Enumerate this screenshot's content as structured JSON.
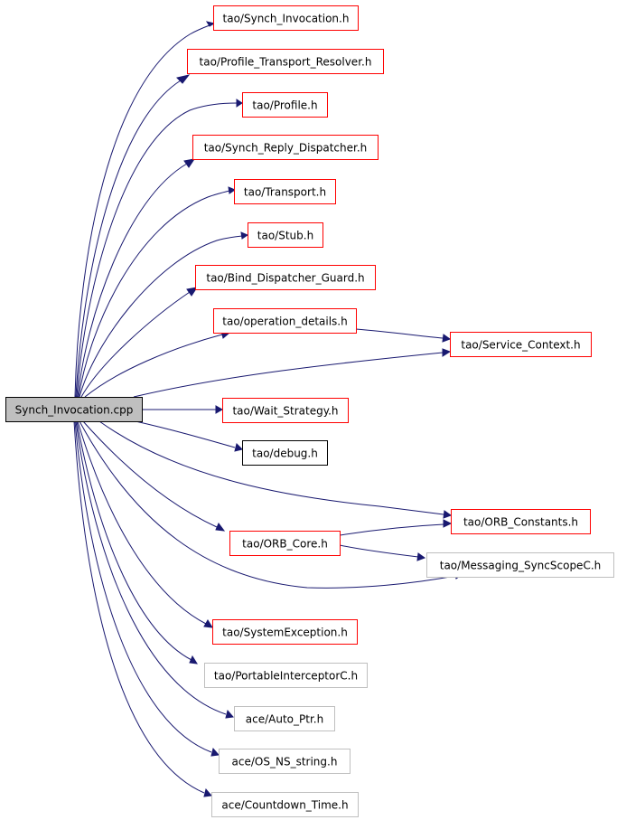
{
  "colors": {
    "edge": "#191970",
    "border_red": "#ff0000",
    "border_black": "#000000",
    "border_gray": "#bfbfbf",
    "root_fill": "#bfbfbf",
    "node_fill": "#ffffff"
  },
  "root": {
    "label": "Synch_Invocation.cpp",
    "style": "root"
  },
  "nodes": [
    {
      "id": "synch_invocation_h",
      "label": "tao/Synch_Invocation.h",
      "style": "red"
    },
    {
      "id": "profile_transport_resolver_h",
      "label": "tao/Profile_Transport_Resolver.h",
      "style": "red"
    },
    {
      "id": "profile_h",
      "label": "tao/Profile.h",
      "style": "red"
    },
    {
      "id": "synch_reply_dispatcher_h",
      "label": "tao/Synch_Reply_Dispatcher.h",
      "style": "red"
    },
    {
      "id": "transport_h",
      "label": "tao/Transport.h",
      "style": "red"
    },
    {
      "id": "stub_h",
      "label": "tao/Stub.h",
      "style": "red"
    },
    {
      "id": "bind_dispatcher_guard_h",
      "label": "tao/Bind_Dispatcher_Guard.h",
      "style": "red"
    },
    {
      "id": "operation_details_h",
      "label": "tao/operation_details.h",
      "style": "red"
    },
    {
      "id": "service_context_h",
      "label": "tao/Service_Context.h",
      "style": "red"
    },
    {
      "id": "wait_strategy_h",
      "label": "tao/Wait_Strategy.h",
      "style": "red"
    },
    {
      "id": "debug_h",
      "label": "tao/debug.h",
      "style": "black"
    },
    {
      "id": "orb_constants_h",
      "label": "tao/ORB_Constants.h",
      "style": "red"
    },
    {
      "id": "orb_core_h",
      "label": "tao/ORB_Core.h",
      "style": "red"
    },
    {
      "id": "messaging_syncscopec_h",
      "label": "tao/Messaging_SyncScopeC.h",
      "style": "gray"
    },
    {
      "id": "systemexception_h",
      "label": "tao/SystemException.h",
      "style": "red"
    },
    {
      "id": "portableinterceptorc_h",
      "label": "tao/PortableInterceptorC.h",
      "style": "gray"
    },
    {
      "id": "auto_ptr_h",
      "label": "ace/Auto_Ptr.h",
      "style": "gray"
    },
    {
      "id": "os_ns_string_h",
      "label": "ace/OS_NS_string.h",
      "style": "gray"
    },
    {
      "id": "countdown_time_h",
      "label": "ace/Countdown_Time.h",
      "style": "gray"
    }
  ],
  "edges": [
    {
      "from": "root",
      "to": "synch_invocation_h"
    },
    {
      "from": "root",
      "to": "profile_transport_resolver_h"
    },
    {
      "from": "root",
      "to": "profile_h"
    },
    {
      "from": "root",
      "to": "synch_reply_dispatcher_h"
    },
    {
      "from": "root",
      "to": "transport_h"
    },
    {
      "from": "root",
      "to": "stub_h"
    },
    {
      "from": "root",
      "to": "bind_dispatcher_guard_h"
    },
    {
      "from": "root",
      "to": "operation_details_h"
    },
    {
      "from": "root",
      "to": "service_context_h"
    },
    {
      "from": "root",
      "to": "wait_strategy_h"
    },
    {
      "from": "root",
      "to": "debug_h"
    },
    {
      "from": "root",
      "to": "orb_constants_h"
    },
    {
      "from": "root",
      "to": "orb_core_h"
    },
    {
      "from": "root",
      "to": "messaging_syncscopec_h"
    },
    {
      "from": "root",
      "to": "systemexception_h"
    },
    {
      "from": "root",
      "to": "portableinterceptorc_h"
    },
    {
      "from": "root",
      "to": "auto_ptr_h"
    },
    {
      "from": "root",
      "to": "os_ns_string_h"
    },
    {
      "from": "root",
      "to": "countdown_time_h"
    },
    {
      "from": "operation_details_h",
      "to": "service_context_h"
    },
    {
      "from": "orb_core_h",
      "to": "orb_constants_h"
    },
    {
      "from": "orb_core_h",
      "to": "messaging_syncscopec_h"
    }
  ]
}
